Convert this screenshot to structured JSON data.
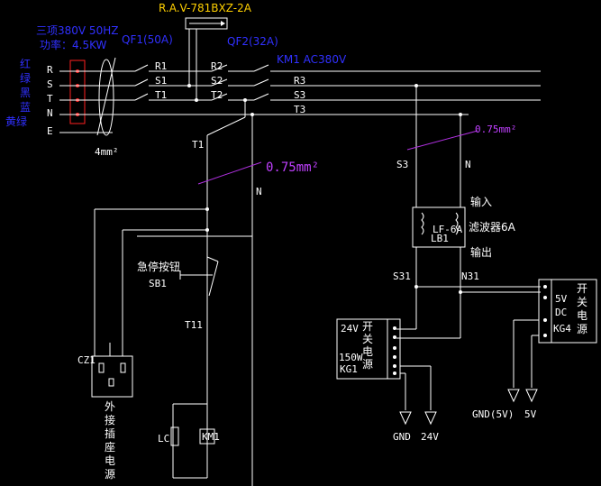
{
  "header": {
    "meter": "R.A.V-781BXZ-2A",
    "supply_line1": "三项380V 50HZ",
    "supply_line2": "功率：4.5KW",
    "qf1": "QF1(50A)",
    "qf2": "QF2(32A)",
    "km1": "KM1 AC380V"
  },
  "colors_cn": [
    "红",
    "绿",
    "黑",
    "蓝",
    "黄绿"
  ],
  "phases": [
    "R",
    "S",
    "T",
    "N",
    "E"
  ],
  "wire_labels": {
    "r1": "R1",
    "s1": "S1",
    "t1": "T1",
    "r2": "R2",
    "s2": "S2",
    "t2": "T2",
    "r3": "R3",
    "s3": "S3",
    "t3": "T3",
    "cable": "4mm²",
    "gauge1": "0.75mm²",
    "gauge2": "0.75mm²",
    "t1_down": "T1",
    "n_down": "N",
    "t11": "T11",
    "s3_down": "S3",
    "n_right": "N",
    "s31": "S31",
    "n31": "N31"
  },
  "filter": {
    "in": "输入",
    "name": "滤波器6A",
    "out": "输出",
    "code": "LB1",
    "inner": "LF-6A"
  },
  "estop": {
    "label": "急停按钮",
    "code": "SB1"
  },
  "socket": {
    "code": "CZ1",
    "label": [
      "外",
      "接",
      "插",
      "座",
      "电",
      "源"
    ]
  },
  "psu24": {
    "volt": "24V",
    "title": [
      "开",
      "关",
      "电",
      "源"
    ],
    "power": "150W",
    "code": "KG1",
    "gnd": "GND",
    "out": "24V"
  },
  "psu5": {
    "volt": "5V",
    "dc": "DC",
    "code": "KG4",
    "title": [
      "开",
      "关",
      "电",
      "源"
    ],
    "gnd": "GND(5V)",
    "out": "5V"
  },
  "coils": {
    "lc": "LC",
    "km": "KM1"
  }
}
